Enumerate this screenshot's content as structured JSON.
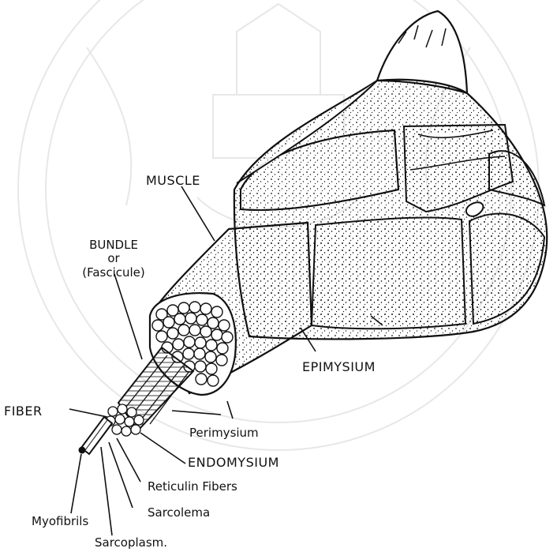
{
  "labels": {
    "muscle": "MUSCLE",
    "bundle": "BUNDLE",
    "bundle_or": "or",
    "fascicule": "(Fascicule)",
    "epimysium": "EPIMYSIUM",
    "fiber": "FIBER",
    "perimysium": "Perimysium",
    "endomysium": "ENDOMYSIUM",
    "reticulin_fibers": "Reticulin Fibers",
    "sarcolema": "Sarcolema",
    "myofibrils": "Myofibrils",
    "sarcoplasm": "Sarcoplasm."
  },
  "colors": {
    "ink": "#111111",
    "paper": "#ffffff",
    "watermark": "#d6d6d6"
  }
}
